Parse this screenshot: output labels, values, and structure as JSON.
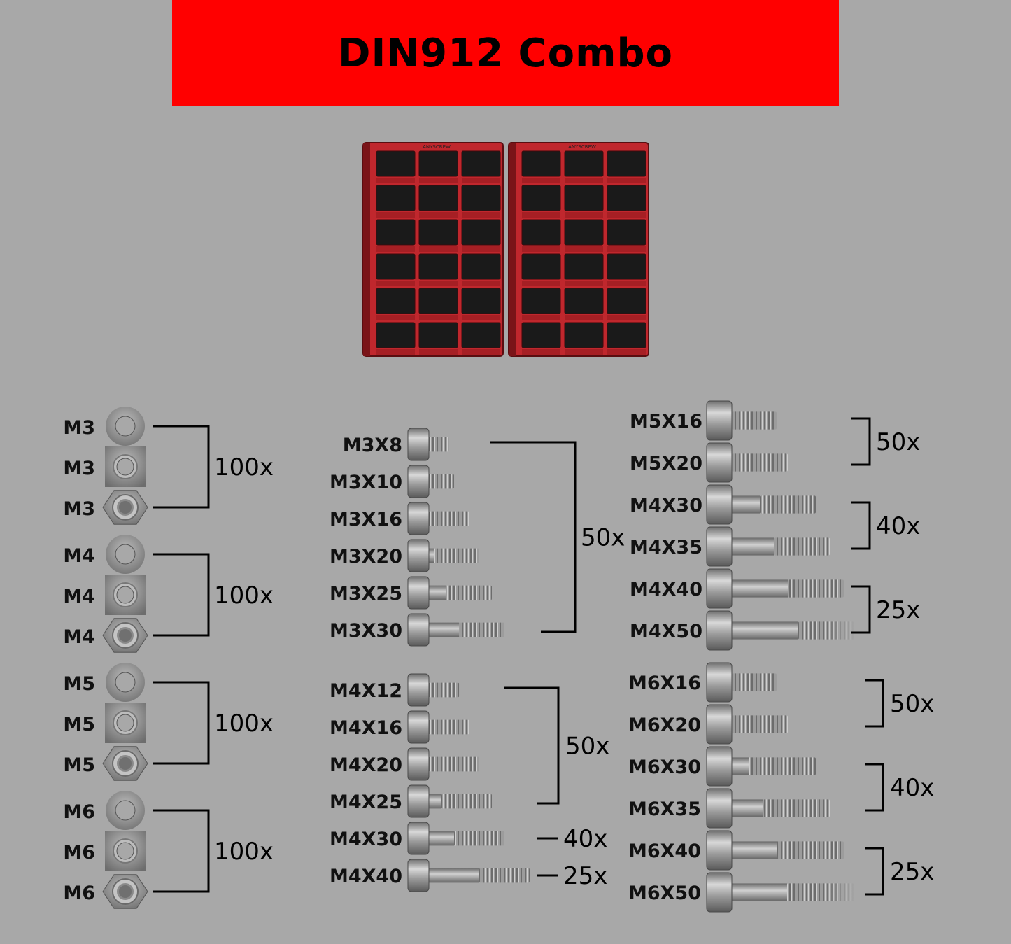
{
  "title": "DIN912 Combo",
  "organizer": {
    "brand": "ANYSCREW",
    "columns": 3,
    "rows": 6,
    "units": 2
  },
  "nut_groups": [
    {
      "items": [
        "M3",
        "M3",
        "M3"
      ],
      "qty": "100x"
    },
    {
      "items": [
        "M4",
        "M4",
        "M4"
      ],
      "qty": "100x"
    },
    {
      "items": [
        "M5",
        "M5",
        "M5"
      ],
      "qty": "100x"
    },
    {
      "items": [
        "M6",
        "M6",
        "M6"
      ],
      "qty": "100x"
    }
  ],
  "bolt_groups": [
    {
      "column": 1,
      "items": [
        {
          "label": "M3X8"
        },
        {
          "label": "M3X10"
        },
        {
          "label": "M3X16"
        },
        {
          "label": "M3X20"
        },
        {
          "label": "M3X25"
        },
        {
          "label": "M3X30"
        }
      ],
      "bracket": [
        {
          "from": 0,
          "to": 5,
          "qty": "50x"
        }
      ]
    },
    {
      "column": 1,
      "items": [
        {
          "label": "M4X12"
        },
        {
          "label": "M4X16"
        },
        {
          "label": "M4X20"
        },
        {
          "label": "M4X25"
        },
        {
          "label": "M4X30"
        },
        {
          "label": "M4X40"
        }
      ],
      "bracket": [
        {
          "from": 0,
          "to": 3,
          "qty": "50x"
        },
        {
          "from": 4,
          "to": 4,
          "qty": "40x"
        },
        {
          "from": 5,
          "to": 5,
          "qty": "25x"
        }
      ]
    },
    {
      "column": 2,
      "items": [
        {
          "label": "M5X16"
        },
        {
          "label": "M5X20"
        },
        {
          "label": "M4X30"
        },
        {
          "label": "M4X35"
        },
        {
          "label": "M4X40"
        },
        {
          "label": "M4X50"
        }
      ],
      "bracket": [
        {
          "from": 0,
          "to": 1,
          "qty": "50x"
        },
        {
          "from": 2,
          "to": 3,
          "qty": "40x"
        },
        {
          "from": 4,
          "to": 5,
          "qty": "25x"
        }
      ]
    },
    {
      "column": 2,
      "items": [
        {
          "label": "M6X16"
        },
        {
          "label": "M6X20"
        },
        {
          "label": "M6X30"
        },
        {
          "label": "M6X35"
        },
        {
          "label": "M6X40"
        },
        {
          "label": "M6X50"
        }
      ],
      "bracket": [
        {
          "from": 0,
          "to": 1,
          "qty": "50x"
        },
        {
          "from": 2,
          "to": 3,
          "qty": "40x"
        },
        {
          "from": 4,
          "to": 5,
          "qty": "25x"
        }
      ]
    }
  ],
  "colors": {
    "banner": "#ff0000",
    "background": "#a8a8a8",
    "organizer": "#c0272d",
    "metal": "#8e8e8e"
  }
}
